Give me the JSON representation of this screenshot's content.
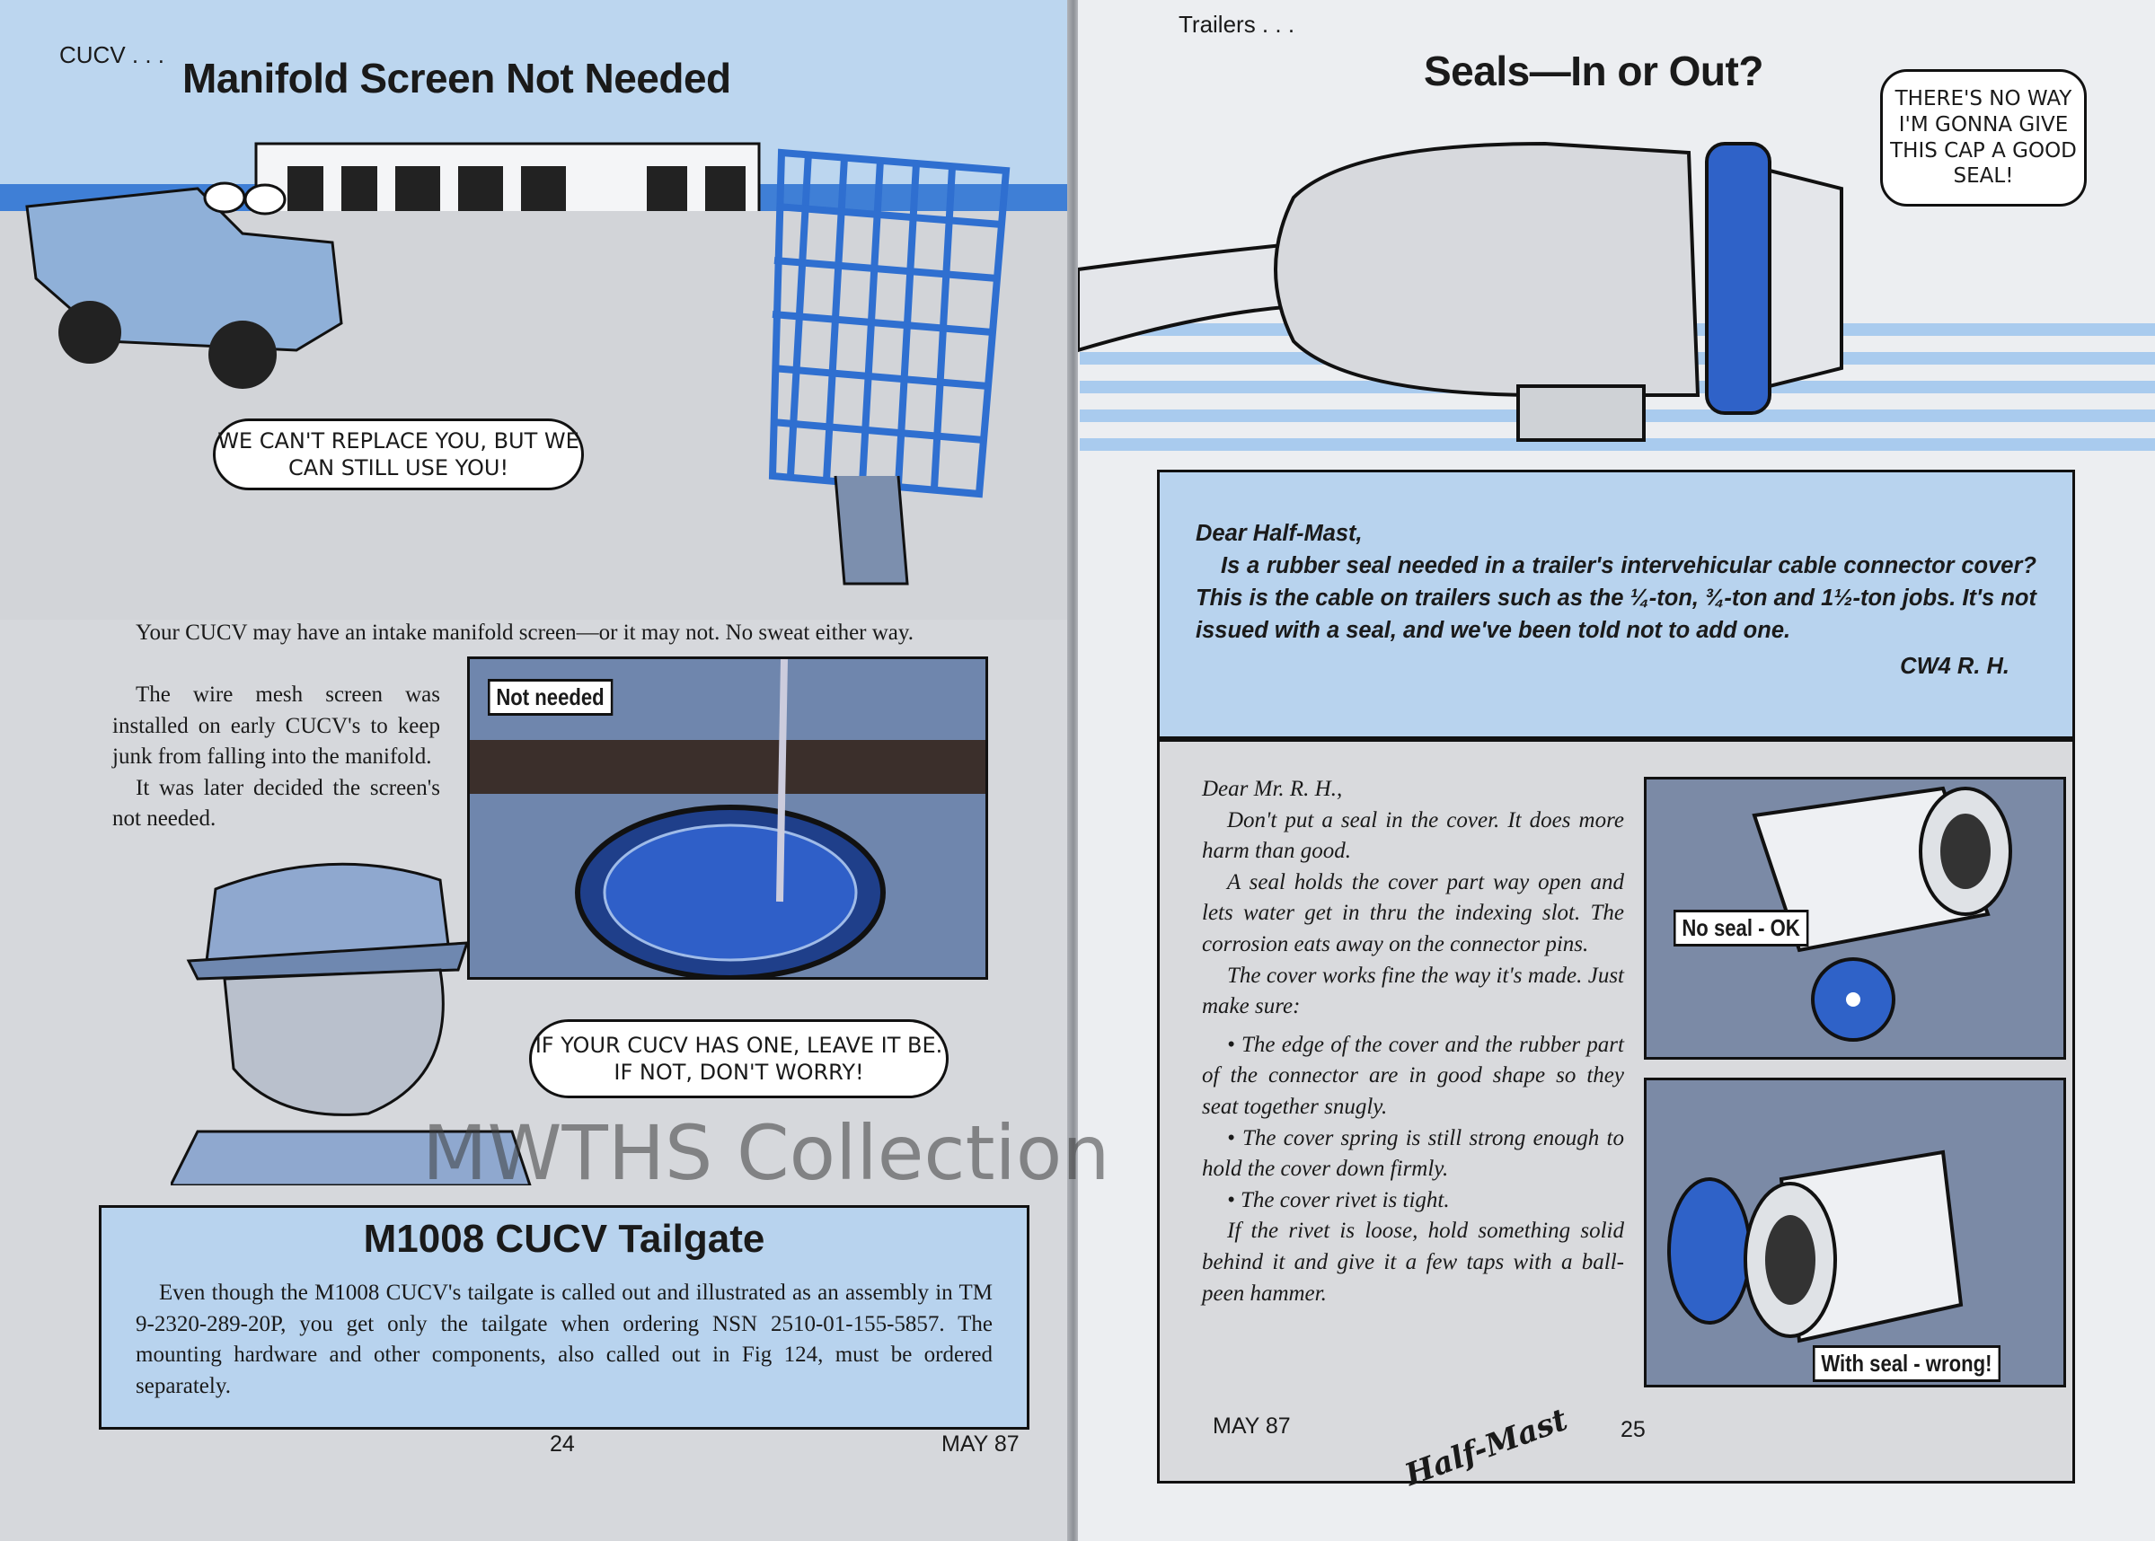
{
  "left_page": {
    "section": "CUCV . . .",
    "title": "Manifold Screen Not Needed",
    "bubble_screen": "WE CAN'T REPLACE YOU, BUT WE CAN STILL USE YOU!",
    "body": [
      "Your CUCV may have an intake manifold screen—or it may not. No sweat either way.",
      "The wire mesh screen was installed on early CUCV's to keep junk from falling into the manifold.",
      "It was later decided the screen's not needed."
    ],
    "panel_label": "Not needed",
    "bubble_sergeant": "IF YOUR CUCV HAS ONE, LEAVE IT BE. IF NOT, DON'T WORRY!",
    "tailgate": {
      "title": "M1008 CUCV Tailgate",
      "text": "Even though the M1008 CUCV's tailgate is called out and illustrated as an assembly in TM 9-2320-289-20P, you get only the tailgate when ordering NSN 2510-01-155-5857. The mounting hardware and other components, also called out in Fig 124, must be ordered separately."
    },
    "page_number": "24",
    "issue": "MAY 87"
  },
  "right_page": {
    "section": "Trailers . . .",
    "title": "Seals—In or Out?",
    "bubble_seal": "THERE'S NO WAY I'M GONNA GIVE THIS CAP A GOOD SEAL!",
    "letter": {
      "salutation": "Dear Half-Mast,",
      "text": "Is a rubber seal needed in a trailer's intervehicular cable connector cover? This is the cable on trailers such as the ¼-ton, ¾-ton and 1½-ton jobs. It's not issued with a seal, and we've been told not to add one.",
      "signature": "CW4 R. H."
    },
    "answer": {
      "salutation": "Dear Mr. R. H.,",
      "paragraphs": [
        "Don't put a seal in the cover. It does more harm than good.",
        "A seal holds the cover part way open and lets water get in thru the indexing slot. The corrosion eats away on the connector pins.",
        "The cover works fine the way it's made. Just make sure:",
        "• The edge of the cover and the rubber part of the connector are in good shape so they seat together snugly.",
        "• The cover spring is still strong enough to hold the cover down firmly.",
        "• The cover rivet is tight.",
        "If the rivet is loose, hold something solid behind it and give it a few taps with a ball-peen hammer."
      ],
      "signature": "Half-Mast"
    },
    "label_ok": "No seal - OK",
    "label_wrong": "With seal - wrong!",
    "page_number": "25",
    "issue": "MAY 87"
  },
  "watermark": "MWTHS Collection",
  "colors": {
    "accent_blue": "#3f7fd6",
    "box_blue": "#b8d3ee",
    "page_gray": "#d6d8dc"
  }
}
